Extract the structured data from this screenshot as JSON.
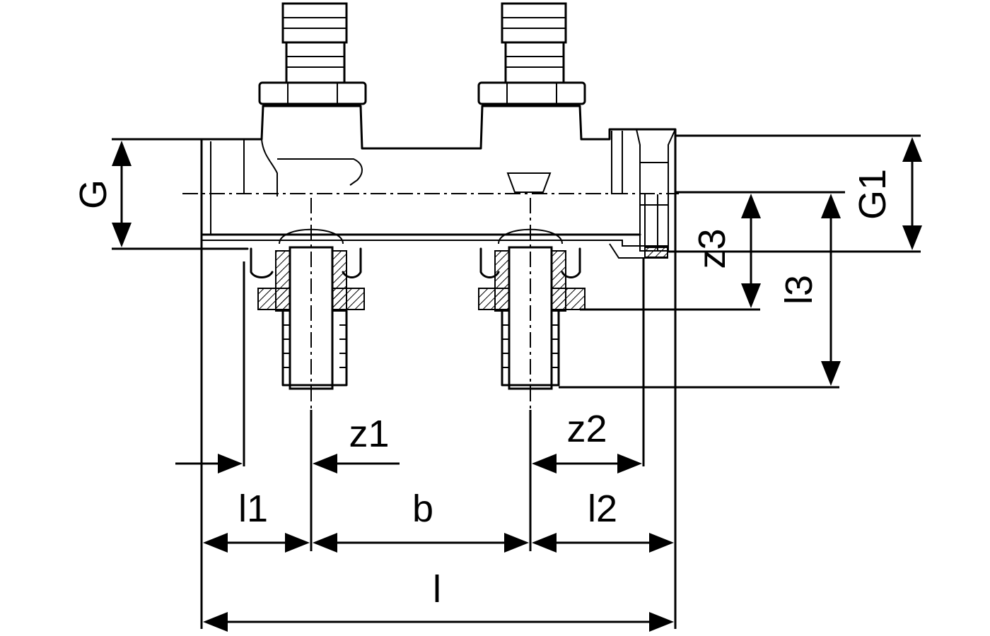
{
  "drawing": {
    "labels": {
      "g": "G",
      "g1": "G1",
      "z1": "z1",
      "z2": "z2",
      "z3": "z3",
      "l": "l",
      "l1": "l1",
      "l2": "l2",
      "l3": "l3",
      "b": "b"
    }
  }
}
